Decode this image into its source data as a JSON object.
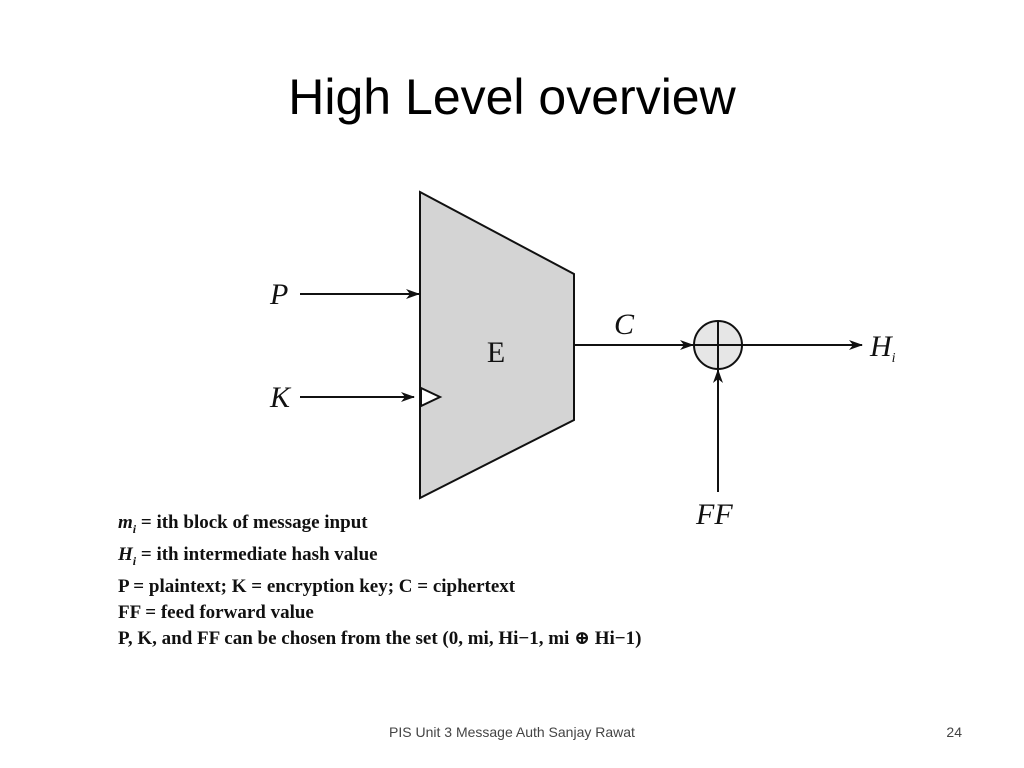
{
  "slide": {
    "title": "High Level overview",
    "footer": "PIS Unit 3 Message Auth Sanjay Rawat",
    "page_number": "24"
  },
  "diagram": {
    "input_p": "P",
    "input_k": "K",
    "block_label": "E",
    "output_c": "C",
    "output_h": "H",
    "output_h_sub": "i",
    "feed_forward": "FF",
    "block_fill": "#d4d4d4",
    "xor_fill": "#e6e6e6"
  },
  "legend": {
    "line1": {
      "sym": "m",
      "sub": "i",
      "text": " = ith block of message input"
    },
    "line2": {
      "sym": "H",
      "sub": "i",
      "text": " = ith intermediate hash value"
    },
    "line3": "P = plaintext; K = encryption key; C = ciphertext",
    "line4": "FF = feed forward value",
    "line5": "P, K, and FF can be chosen from the set (0, mi, Hi−1, mi ⊕ Hi−1)"
  }
}
